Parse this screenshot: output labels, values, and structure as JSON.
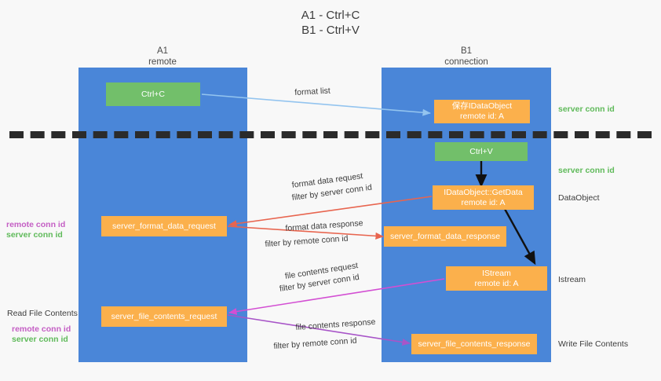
{
  "title": {
    "line1": "A1 - Ctrl+C",
    "line2": "B1 - Ctrl+V"
  },
  "colors": {
    "lane": "#4a86d8",
    "green_box": "#72bf6a",
    "orange_box": "#fbb04c",
    "server_conn_green": "#5fba5a",
    "remote_conn_purple": "#c45ec4",
    "arrow_blue": "#93c4ef",
    "arrow_red": "#e8654f",
    "arrow_magenta": "#d34fd3",
    "arrow_purple": "#a855c8",
    "arrow_black": "#111111",
    "dashed": "#2b2b2b",
    "text": "#3c3c3c",
    "background": "#f8f8f8"
  },
  "columns": [
    {
      "name": "A1",
      "sub": "remote"
    },
    {
      "name": "B1",
      "sub": "connection"
    }
  ],
  "boxes": {
    "ctrl_c": {
      "line1": "Ctrl+C",
      "line2": ""
    },
    "save_idataobject": {
      "line1": "保存IDataObject",
      "line2": "remote id: A"
    },
    "ctrl_v": {
      "line1": "Ctrl+V",
      "line2": ""
    },
    "getdata": {
      "line1": "IDataObject::GetData",
      "line2": "remote id: A"
    },
    "server_format_data_request": {
      "line1": "server_format_data_request",
      "line2": ""
    },
    "server_format_data_response": {
      "line1": "server_format_data_response",
      "line2": ""
    },
    "istream": {
      "line1": "IStream",
      "line2": "remote id: A"
    },
    "server_file_contents_request": {
      "line1": "server_file_contents_request",
      "line2": ""
    },
    "server_file_contents_response": {
      "line1": "server_file_contents_response",
      "line2": ""
    }
  },
  "edge_labels": {
    "format_list": "format list",
    "format_data_request": "format data request",
    "format_data_request_filter_prefix": "filter by ",
    "format_data_request_filter_key": "server conn id",
    "format_data_response": "format data response",
    "format_data_response_filter_prefix": "filter by ",
    "format_data_response_filter_key": "remote conn id",
    "file_contents_request": "file contents request",
    "file_contents_request_filter_prefix": "filter by ",
    "file_contents_request_filter_key": "server conn id",
    "file_contents_response": "file contents response",
    "file_contents_response_filter_prefix": "filter by ",
    "file_contents_response_filter_key": "remote conn id"
  },
  "right_labels": {
    "server_conn_id_top": "server conn id",
    "server_conn_id_mid": "server conn id",
    "dataobject": "DataObject",
    "istream": "Istream",
    "write_file_contents": "Write File Contents"
  },
  "left_labels": {
    "remote_conn_id_upper": "remote conn id",
    "server_conn_id_upper": "server conn id",
    "read_file_contents": "Read File Contents",
    "remote_conn_id_lower": "remote conn id",
    "server_conn_id_lower": "server conn id"
  }
}
